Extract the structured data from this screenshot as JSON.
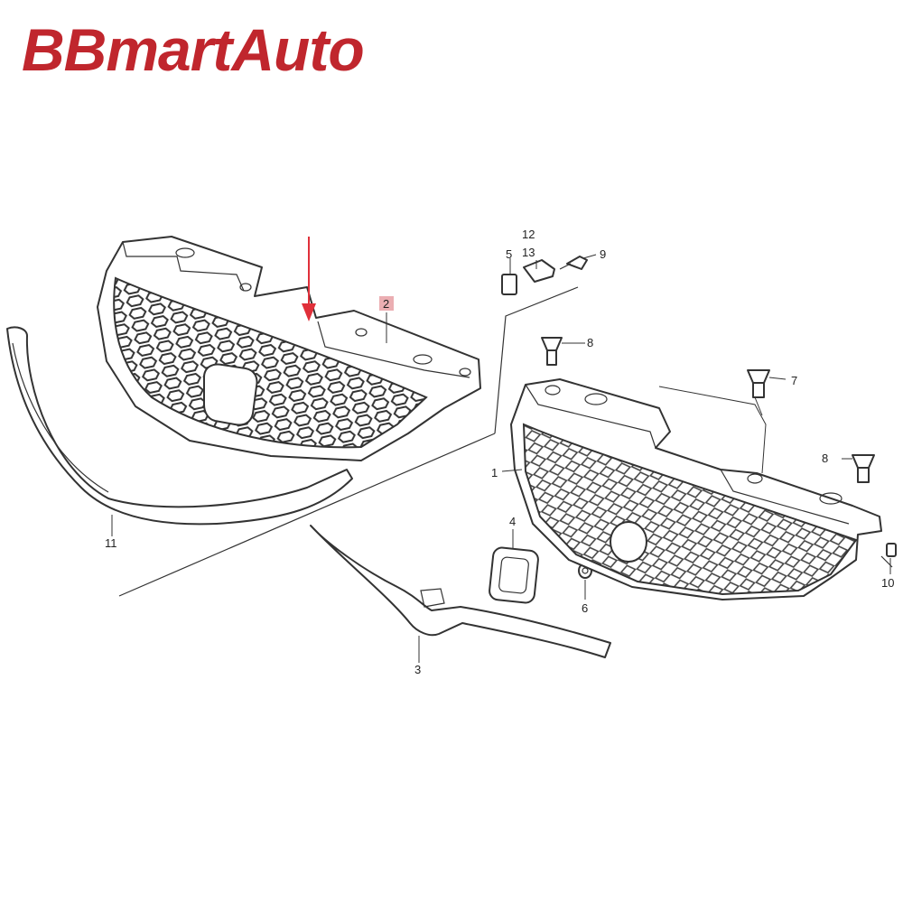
{
  "brand": {
    "text": "BBmartAuto",
    "color": "#c0262d"
  },
  "callouts": {
    "c1": "1",
    "c2": "2",
    "c3": "3",
    "c4": "4",
    "c5": "5",
    "c6": "6",
    "c7": "7",
    "c8a": "8",
    "c8b": "8",
    "c9": "9",
    "c10": "10",
    "c11": "11",
    "c12": "12",
    "c13": "13"
  },
  "highlight": {
    "target_part": "2",
    "marker_color": "#e0303a",
    "tag_color": "#e8a0a4"
  }
}
